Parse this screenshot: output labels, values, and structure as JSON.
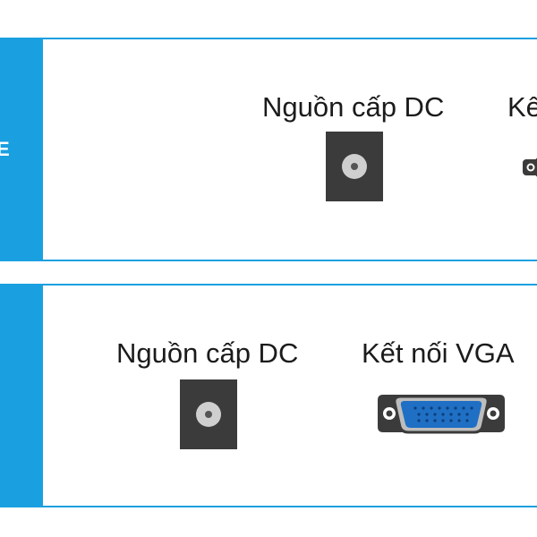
{
  "panel1": {
    "side_label": "E",
    "dc_label": "Nguồn cấp DC",
    "vga_label_partial": "Kế"
  },
  "panel2": {
    "dc_label": "Nguồn cấp DC",
    "vga_label": "Kết nối VGA"
  },
  "colors": {
    "accent": "#1aa0e0",
    "connector_dark": "#3b3b3b",
    "vga_blue": "#1f6fc4"
  },
  "icons": [
    "dc-power-jack-icon",
    "vga-port-icon"
  ]
}
